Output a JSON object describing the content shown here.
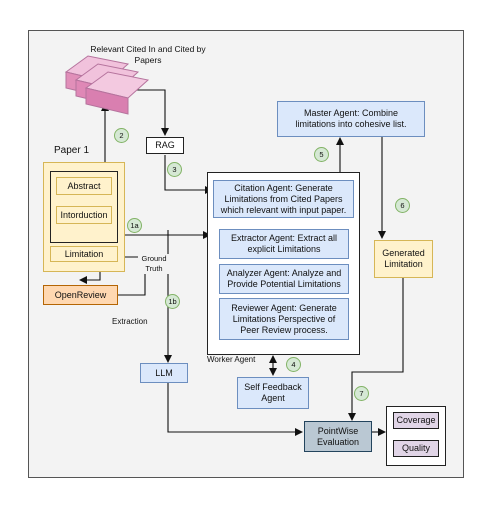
{
  "sources": {
    "label": "Relevant Cited In and Cited by Papers"
  },
  "rag": {
    "label": "RAG"
  },
  "paper": {
    "title": "Paper 1",
    "sections": [
      "Abstract",
      "Intorduction",
      "Limitation"
    ]
  },
  "openreview": {
    "label": "OpenReview"
  },
  "master_agent": {
    "label": "Master Agent: Combine limitations into cohesive list."
  },
  "citation_agent": {
    "label": "Citation Agent: Generate Limitations from Cited Papers which relevant with input paper."
  },
  "extractor_agent": {
    "label": "Extractor Agent: Extract all explicit Limitations"
  },
  "analyzer_agent": {
    "label": "Analyzer Agent: Analyze and Provide Potential Limitations"
  },
  "reviewer_agent": {
    "label": "Reviewer Agent: Generate Limitations Perspective of Peer Review process."
  },
  "worker_agent": {
    "label": "Worker Agent"
  },
  "self_feedback": {
    "label": "Self Feedback Agent"
  },
  "generated_limitation": {
    "label": "Generated Limitation"
  },
  "llm": {
    "label": "LLM"
  },
  "pointwise": {
    "label": "PointWise Evaluation"
  },
  "metrics": {
    "coverage": "Coverage",
    "quality": "Quality"
  },
  "edge_labels": {
    "ground_truth": "Ground Truth",
    "extraction": "Extraction"
  },
  "steps": [
    "1a",
    "1b",
    "2",
    "3",
    "4",
    "5",
    "6",
    "7"
  ]
}
